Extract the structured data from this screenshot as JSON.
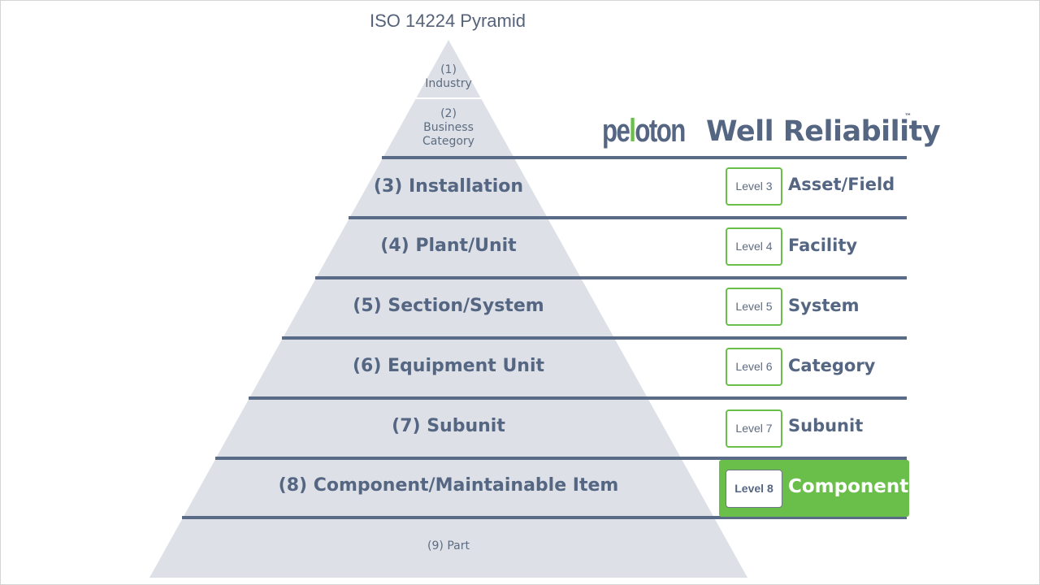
{
  "title": "ISO 14224 Pyramid",
  "pyramid": {
    "fill": "#dde1e7",
    "divider_color": "#5a6b87",
    "tiers": [
      {
        "number": "(1)",
        "name": "Industry"
      },
      {
        "number": "(2)",
        "name": "Business Category"
      },
      {
        "label": "(3) Installation"
      },
      {
        "label": "(4) Plant/Unit"
      },
      {
        "label": "(5) Section/System"
      },
      {
        "label": "(6) Equipment Unit"
      },
      {
        "label": "(7) Subunit"
      },
      {
        "label": "(8) Component/Maintainable Item"
      },
      {
        "label": "(9) Part"
      }
    ]
  },
  "brand": {
    "name_part1": "pe",
    "name_accent": "l",
    "name_part2": "oton",
    "product": "Well Reliability",
    "trademark": "™",
    "accent_color": "#6abf4b",
    "text_color": "#556683"
  },
  "levels": [
    {
      "badge": "Level 3",
      "name": "Asset/Field"
    },
    {
      "badge": "Level 4",
      "name": "Facility"
    },
    {
      "badge": "Level 5",
      "name": "System"
    },
    {
      "badge": "Level 6",
      "name": "Category"
    },
    {
      "badge": "Level 7",
      "name": "Subunit"
    },
    {
      "badge": "Level 8",
      "name": "Component",
      "highlighted": true
    }
  ]
}
